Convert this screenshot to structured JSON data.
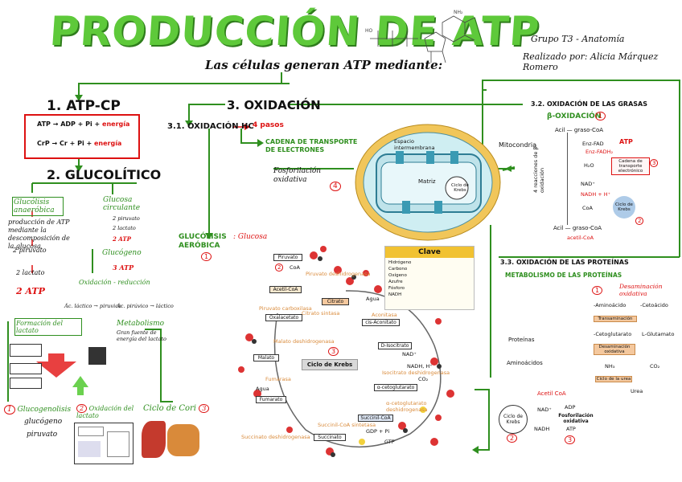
{
  "header": {
    "title": "PRODUCCIÓN DE ATP",
    "subtitle": "Las células generan ATP mediante:",
    "group": "Grupo T3 - Anatomía",
    "author": "Realizado por: Alicia Márquez Romero"
  },
  "atp_cp": {
    "heading": "1. ATP-CP",
    "eq1_left": "ATP",
    "eq1_right": "ADP + Pi +",
    "eq1_energy": "energía",
    "eq2_left": "CrP",
    "eq2_right": "Cr + Pi +",
    "eq2_energy": "energía"
  },
  "glucolitico": {
    "heading": "2. GLUCOLÍTICO",
    "anaerobica_label": "Glucólisis anaeróbica",
    "anaerobica_note": "producción de ATP mediante la descomposición de la glucosa",
    "piruvato": "2 piruvato",
    "lactato": "2 lactato",
    "atp": "2 ATP",
    "glucosa_label": "Glucosa circulante",
    "glucosa_step1": "2 piruvato",
    "glucosa_step2": "2 lactato",
    "glucosa_step3": "2 ATP",
    "glucogeno_label": "Glucógeno",
    "glucogeno_atp": "3 ATP",
    "redox": "Oxidación - reducción",
    "ac_lactico": "Ác. láctico",
    "piruvico1": "piruvico",
    "ac_piruvico": "Ác. pirúvico",
    "lactico2": "láctico",
    "formacion_label": "Formación del lactato",
    "metabolismo_label": "Metabolismo",
    "metabolismo_note": "Gran fuente de energía del lactato",
    "glucogenolisis_num": "1",
    "glucogenolisis": "Glucogenolisis",
    "glucogeno_item": "glucógeno",
    "piruvato_item": "piruvato",
    "oxidacion_lactato_num": "2",
    "oxidacion_lactato": "Oxidación del lactato",
    "ciclo_cori": "Ciclo de Cori",
    "ciclo_cori_num": "3"
  },
  "oxidacion": {
    "heading": "3. OXIDACIÓN",
    "hc_heading": "3.1. OXIDACIÓN HC",
    "hc_pasos": "4 pasos",
    "cadena": "CADENA DE TRANSPORTE DE ELECTRONES",
    "fosforilacion": "Fosforilación oxidativa",
    "fosforilacion_num": "4",
    "glucolisis_aerobica": "GLUCÓLISIS AERÓBICA",
    "glucosa": ": Glucosa",
    "glucolisis_num": "1",
    "mitocondria": "Mitocondria",
    "espacio": "Espacio intermembrana",
    "matriz": "Matriz",
    "ciclo_krebs_mito": "Ciclo de Krebs"
  },
  "krebs": {
    "title": "Ciclo de Krebs",
    "num": "3",
    "piruvato": "Piruvato",
    "acetil": "Acetil-CoA",
    "citrato": "Citrato",
    "cis": "cis-Aconitato",
    "isocitrato": "D-Isocitrato",
    "alfa": "α-cetoglutarato",
    "succinil": "Succinil-CoA",
    "succinato": "Succinato",
    "fumarato": "Fumarato",
    "malato": "Malato",
    "oxalacetato": "Oxalacetato",
    "citrato_sintasa": "Citrato sintasa",
    "aconitasa": "Aconitasa",
    "isocitrato_desh": "Isocitrato deshidrogenasa",
    "alfa_desh": "α-cetoglutarato deshidrogenasa",
    "succinil_sint": "Succinil-CoA sintetasa",
    "succinato_desh": "Succinato deshidrogenasa",
    "fumarasa": "Fumarasa",
    "malato_desh": "Malato deshidrogenasa",
    "piruvato_desh": "Piruvato deshidrogenasa",
    "piruvato_carb": "Piruvato carboxilasa",
    "agua": "Agua",
    "nad": "NAD⁺",
    "nadh": "NADH, H⁺",
    "co2": "CO₂",
    "coa": "CoA",
    "gdp": "GDP + Pi",
    "gtp": "GTP",
    "clave": "Clave",
    "clave_items": [
      "Hidrógeno",
      "Carbono",
      "Oxígeno",
      "Azufre",
      "Fósforo",
      "NADH"
    ],
    "pyruvate_num": "2"
  },
  "beta": {
    "heading": "3.2. OXIDACIÓN DE LAS GRASAS",
    "sub": "β-OXIDACIÓN",
    "num": "1",
    "acil_top": "Acil — graso-CoA",
    "enz_fad": "Enz-FAD",
    "enz_fadh": "Enz-FADH₂",
    "h2o": "H₂O",
    "nad": "NAD⁺",
    "nadh": "NADH + H⁺",
    "coa": "CoA",
    "acil_bottom": "Acil — graso-CoA",
    "acetil": "acetil-CoA",
    "side": "4 reacciones de β-oxidación",
    "atp": "ATP",
    "cadena": "Cadena de transporte electrónico",
    "cadena_num": "3",
    "krebs": "Ciclo de Krebs",
    "krebs_num": "2"
  },
  "proteinas": {
    "heading": "3.3. OXIDACIÓN DE LAS PROTEÍNAS",
    "sub": "METABOLISMO DE LAS PROTEÍNAS",
    "desam_num": "1",
    "desam": "Desaminación oxidativa",
    "aminoacido": "-Aminoácido",
    "cetoacido": "-Cetoácido",
    "transaminacion": "Transaminación",
    "cetoglutarato": "-Cetoglutarato",
    "glutamato": "L-Glutamato",
    "desaminacion_ox": "Desaminación oxidativa",
    "nh3": "NH₃",
    "co2": "CO₂",
    "ciclo_urea": "Ciclo de la urea",
    "urea": "Urea",
    "proteinas": "Proteínas",
    "aminoacidos": "Aminoácidos",
    "acetil": "Acetil CoA",
    "krebs": "Ciclo de Krebs",
    "krebs_num": "2",
    "nad": "NAD⁺",
    "nadh": "NADH",
    "adp": "ADP",
    "fosfo": "Fosforilación oxidativa",
    "atp": "ATP",
    "fosfo_num": "3"
  },
  "colors": {
    "green": "#2f8f1f",
    "title_green": "#5ec93a",
    "red": "#d11111",
    "krebs_box": "#e8e8e8",
    "mito_outer": "#f1c65a",
    "mito_inner": "#bfe3ea"
  }
}
